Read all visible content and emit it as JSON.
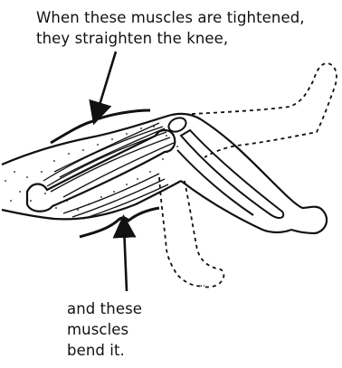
{
  "labels": {
    "top_line1": "When these muscles are tightened,",
    "top_line2": "they straighten the knee,",
    "bottom_line1": "and these",
    "bottom_line2": "muscles",
    "bottom_line3": "bend it."
  },
  "colors": {
    "ink": "#111111",
    "background": "#ffffff"
  }
}
